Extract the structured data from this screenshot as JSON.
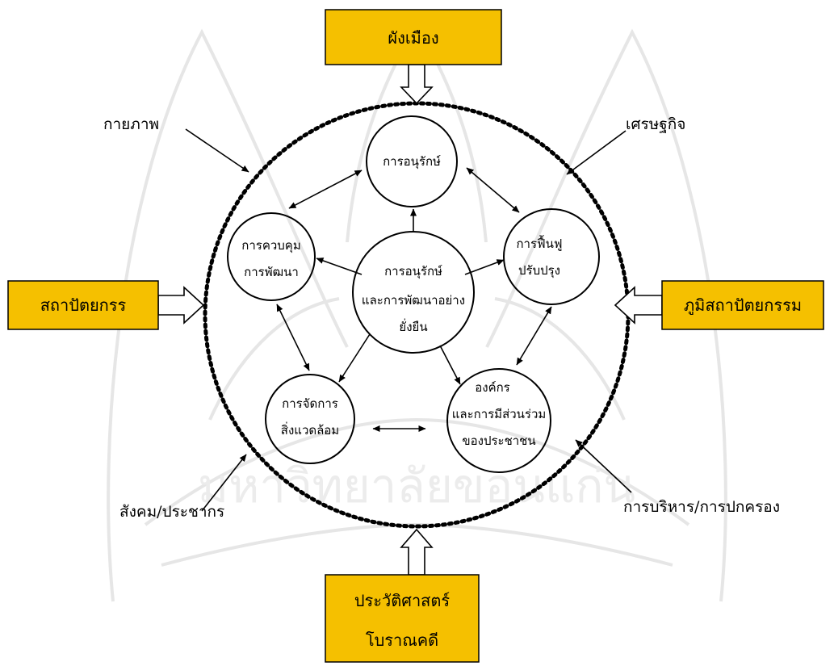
{
  "boxes": {
    "top": "ผังเมือง",
    "left": "สถาปัตยกรร",
    "right": "ภูมิสถาปัตยกรรม",
    "bottom_1": "ประวัติศาสตร์",
    "bottom_2": "โบราณคดี"
  },
  "factors": {
    "physical": "กายภาพ",
    "economy": "เศรษฐกิจ",
    "society": "สังคม/ประชากร",
    "administration": "การบริหาร/การปกครอง"
  },
  "nodes": {
    "center": [
      "การอนุรักษ์",
      "และการพัฒนาอย่าง",
      "ยั่งยืน"
    ],
    "top": [
      "การอนุรักษ์"
    ],
    "left": [
      "การควบคุม",
      "การพัฒนา"
    ],
    "right": [
      "การฟื้นฟู",
      "ปรับปรุง"
    ],
    "bottom_left": [
      "การจัดการ",
      "สิ่งแวดล้อม"
    ],
    "bottom_right": [
      "องค์กร",
      "และการมีส่วนร่วม",
      "ของประชาชน"
    ]
  },
  "watermark": "มหาวิทยาลัยขอนแก่น",
  "colors": {
    "box_fill": "#f5c000",
    "stroke": "#000000",
    "watermark": "#e6e6e6"
  }
}
